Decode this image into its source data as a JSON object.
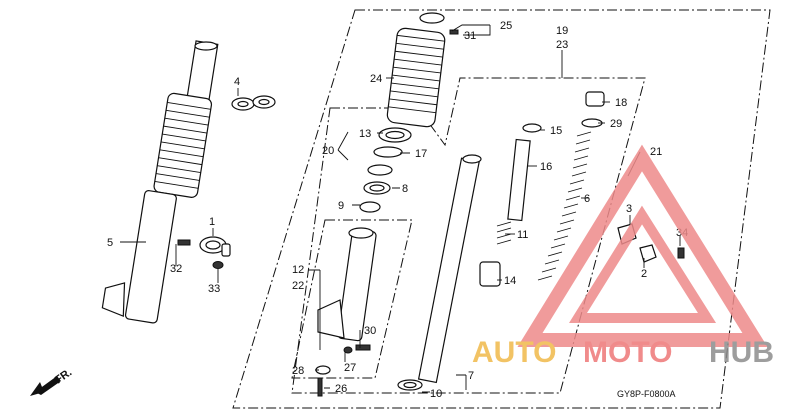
{
  "diagram": {
    "code": "GY8P-F0800A",
    "direction_label": "FR.",
    "watermark": {
      "brand_a": "AUTO",
      "brand_b": "MOTO",
      "brand_c": "HUB",
      "color_a": "#f0b94a",
      "color_b": "#ee7777",
      "color_c": "#8c8c8c"
    },
    "callouts": {
      "c1": "1",
      "c2": "2",
      "c3": "3",
      "c4": "4",
      "c5": "5",
      "c6": "6",
      "c7": "7",
      "c8": "8",
      "c9": "9",
      "c10": "10",
      "c11": "11",
      "c12": "12",
      "c13": "13",
      "c14": "14",
      "c15": "15",
      "c16": "16",
      "c17": "17",
      "c18": "18",
      "c19": "19",
      "c20": "20",
      "c21": "21",
      "c22": "22",
      "c23": "23",
      "c24": "24",
      "c25": "25",
      "c26": "26",
      "c27": "27",
      "c28": "28",
      "c29": "29",
      "c30": "30",
      "c31": "31",
      "c32": "32",
      "c33": "33",
      "c34": "34"
    }
  }
}
